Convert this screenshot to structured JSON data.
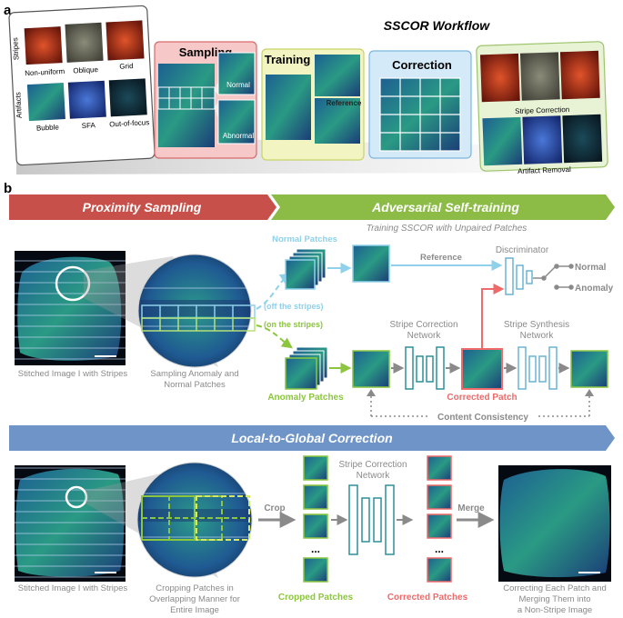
{
  "panel_a": {
    "letter": "a",
    "title": "SSCOR Workflow",
    "card1": {
      "group_stripes": "Stripes",
      "group_artifacts": "Artifacts",
      "labels": [
        "Non-uniform",
        "Oblique",
        "Grid",
        "Bubble",
        "SFA",
        "Out-of-focus"
      ]
    },
    "card2": {
      "title": "Sampling",
      "normal": "Normal",
      "abnormal": "Abnormal"
    },
    "card3": {
      "title": "Training",
      "reference": "Reference"
    },
    "card4": {
      "title": "Correction"
    },
    "card5": {
      "stripe_correction": "Stripe Correction",
      "artifact_removal": "Artifact Removal"
    }
  },
  "panel_b": {
    "letter": "b",
    "banner_left": "Proximity Sampling",
    "banner_right": "Adversarial Self-training",
    "subtitle": "Training SSCOR with Unpaired Patches",
    "normal_patches": "Normal Patches",
    "reference": "Reference",
    "discriminator": "Discriminator",
    "out_normal": "Normal",
    "out_anomaly": "Anomaly",
    "off_stripes": "(off the stripes)",
    "on_stripes": "(on the stripes)",
    "scn_label_1": "Stripe Correction",
    "scn_label_2": "Network",
    "ssn_label_1": "Stripe Synthesis",
    "ssn_label_2": "Network",
    "stitched_caption": "Stitched Image I with Stripes",
    "sampling_caption_1": "Sampling Anomaly and",
    "sampling_caption_2": "Normal Patches",
    "anomaly_patches": "Anomaly Patches",
    "corrected_patch": "Corrected Patch",
    "content_consistency": "Content Consistency",
    "banner_bottom": "Local-to-Global Correction",
    "crop": "Crop",
    "merge": "Merge",
    "scn2_label_1": "Stripe Correction",
    "scn2_label_2": "Network",
    "ellipsis_1": "...",
    "ellipsis_2": "...",
    "stitched_caption_2": "Stitched Image I with Stripes",
    "cropping_caption_1": "Cropping Patches in",
    "cropping_caption_2": "Overlapping Manner for",
    "cropping_caption_3": "Entire Image",
    "cropped_patches": "Cropped Patches",
    "corrected_patches": "Corrected Patches",
    "final_caption_1": "Correcting Each Patch and",
    "final_caption_2": "Merging Them into",
    "final_caption_3": "a Non-Stripe Image"
  },
  "colors": {
    "banner_red": "#c8504a",
    "banner_green": "#8cbc46",
    "banner_blue": "#6f95c8",
    "normal_blue": "#8fd0ea",
    "anomaly_green": "#8cc63f",
    "corrected_red": "#ef6a6a",
    "network_teal": "#2f8f9a",
    "synthesis_blue": "#6bb3d3",
    "gray_text": "#8a8a8a"
  }
}
